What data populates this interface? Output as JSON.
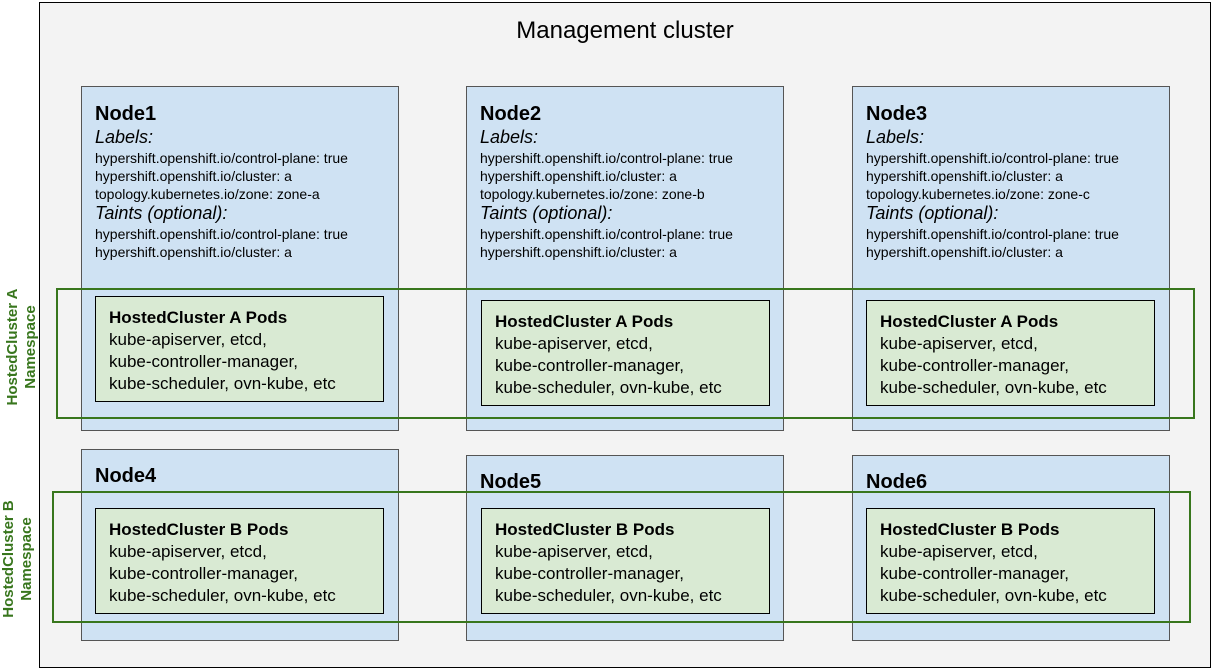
{
  "title": "Management cluster",
  "labels_heading": "Labels:",
  "taints_heading": "Taints (optional):",
  "namespaces": [
    {
      "line1": "HostedCluster A",
      "line2": "Namespace"
    },
    {
      "line1": "HostedCluster B",
      "line2": "Namespace"
    }
  ],
  "nodes": [
    {
      "name": "Node1",
      "labels": [
        "hypershift.openshift.io/control-plane: true",
        "hypershift.openshift.io/cluster: a",
        "topology.kubernetes.io/zone: zone-a"
      ],
      "taints": [
        "hypershift.openshift.io/control-plane: true",
        "hypershift.openshift.io/cluster: a"
      ]
    },
    {
      "name": "Node2",
      "labels": [
        "hypershift.openshift.io/control-plane: true",
        "hypershift.openshift.io/cluster: a",
        "topology.kubernetes.io/zone: zone-b"
      ],
      "taints": [
        "hypershift.openshift.io/control-plane: true",
        "hypershift.openshift.io/cluster: a"
      ]
    },
    {
      "name": "Node3",
      "labels": [
        "hypershift.openshift.io/control-plane: true",
        "hypershift.openshift.io/cluster: a",
        "topology.kubernetes.io/zone: zone-c"
      ],
      "taints": [
        "hypershift.openshift.io/control-plane: true",
        "hypershift.openshift.io/cluster: a"
      ]
    },
    {
      "name": "Node4"
    },
    {
      "name": "Node5"
    },
    {
      "name": "Node6"
    }
  ],
  "pods": {
    "a": {
      "title": "HostedCluster A Pods",
      "lines": [
        "kube-apiserver, etcd,",
        "kube-controller-manager,",
        "kube-scheduler, ovn-kube, etc"
      ]
    },
    "b": {
      "title": "HostedCluster B Pods",
      "lines": [
        "kube-apiserver, etcd,",
        "kube-controller-manager,",
        "kube-scheduler, ovn-kube, etc"
      ]
    }
  }
}
